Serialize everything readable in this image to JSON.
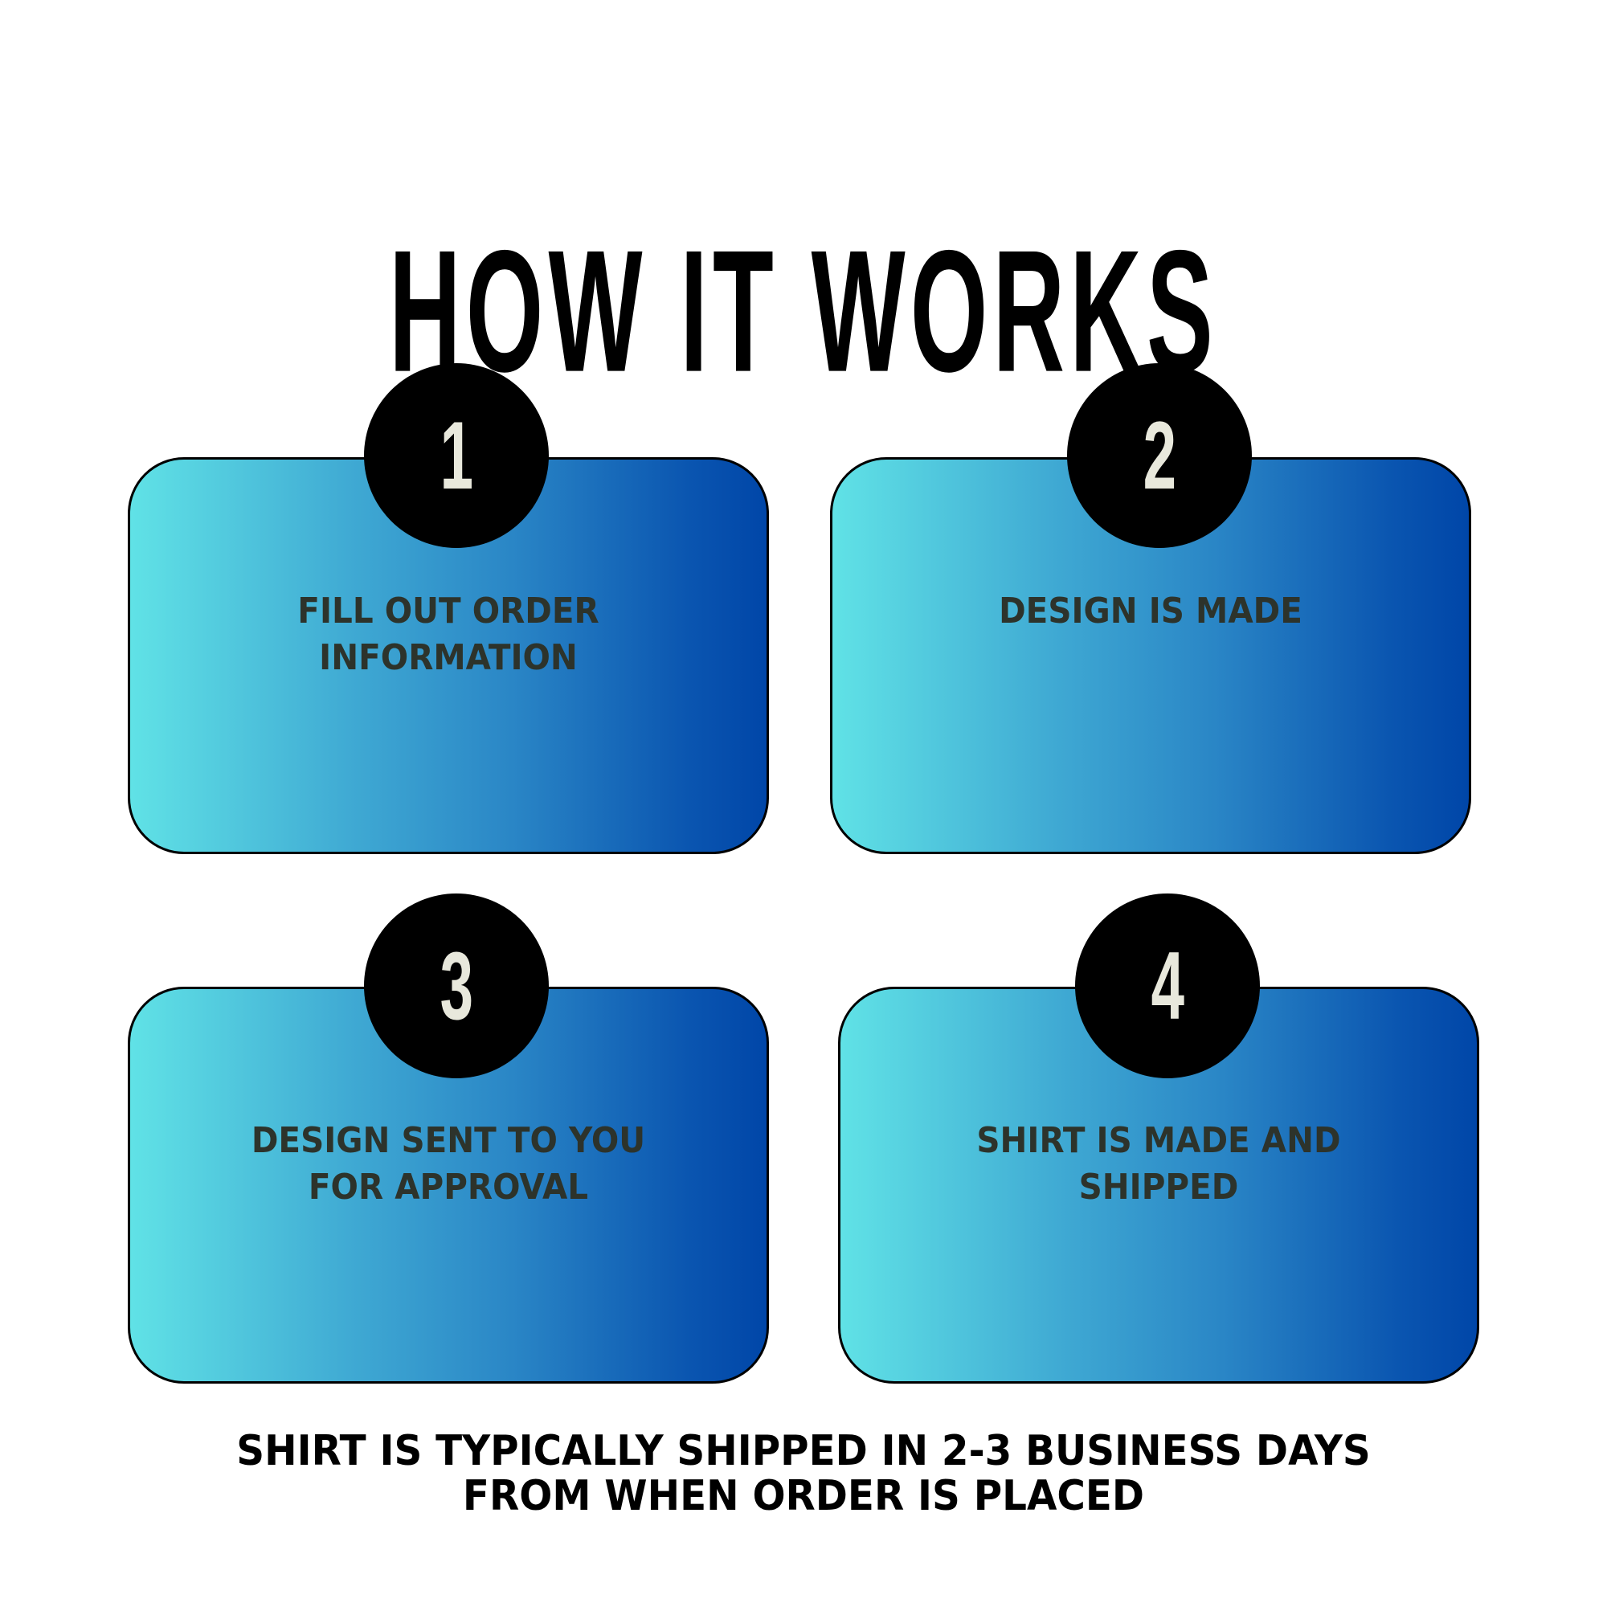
{
  "title": "HOW IT WORKS",
  "colors": {
    "gradient_start": "#60e2e6",
    "gradient_end": "#0046a8",
    "card_text": "#2d332b",
    "badge_bg": "#000000",
    "badge_number": "#e8e8dc"
  },
  "steps": [
    {
      "number": "1",
      "text": "FILL OUT ORDER INFORMATION"
    },
    {
      "number": "2",
      "text": "DESIGN IS MADE"
    },
    {
      "number": "3",
      "text": "DESIGN SENT TO YOU FOR APPROVAL"
    },
    {
      "number": "4",
      "text": "SHIRT IS MADE AND SHIPPED"
    }
  ],
  "footer": {
    "line1": "SHIRT IS TYPICALLY SHIPPED IN 2-3 BUSINESS DAYS",
    "line2": "FROM WHEN ORDER IS PLACED"
  }
}
